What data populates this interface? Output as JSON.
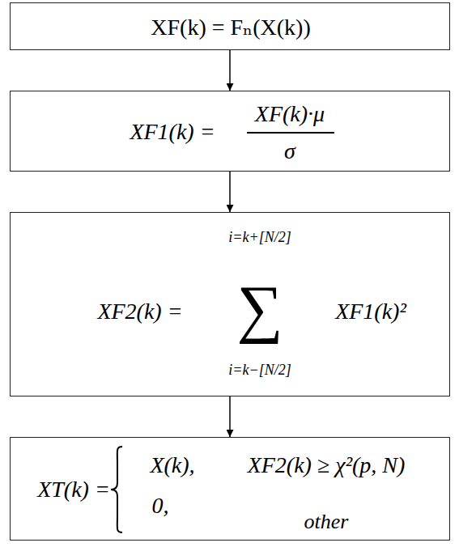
{
  "diagram": {
    "nodes": [
      {
        "text": [
          "XF(k) = Fₙ(X(k))"
        ]
      },
      {
        "text": [
          "XF1(k) =",
          "XF(k)·μ",
          "σ"
        ]
      },
      {
        "text": [
          "XF2(k) =",
          "i=k+[N/2]",
          "∑",
          "i=k−[N/2]",
          "XF1(k)²"
        ]
      },
      {
        "text": [
          "XT(k) =",
          "X(k),",
          "XF2(k) ≥ χ²(p, N)",
          "0,",
          "other"
        ]
      }
    ],
    "edges": [
      {
        "from": 0,
        "to": 1,
        "arrow": "to"
      },
      {
        "from": 1,
        "to": 2,
        "arrow": "to"
      },
      {
        "from": 2,
        "to": 3,
        "arrow": "to"
      }
    ]
  }
}
